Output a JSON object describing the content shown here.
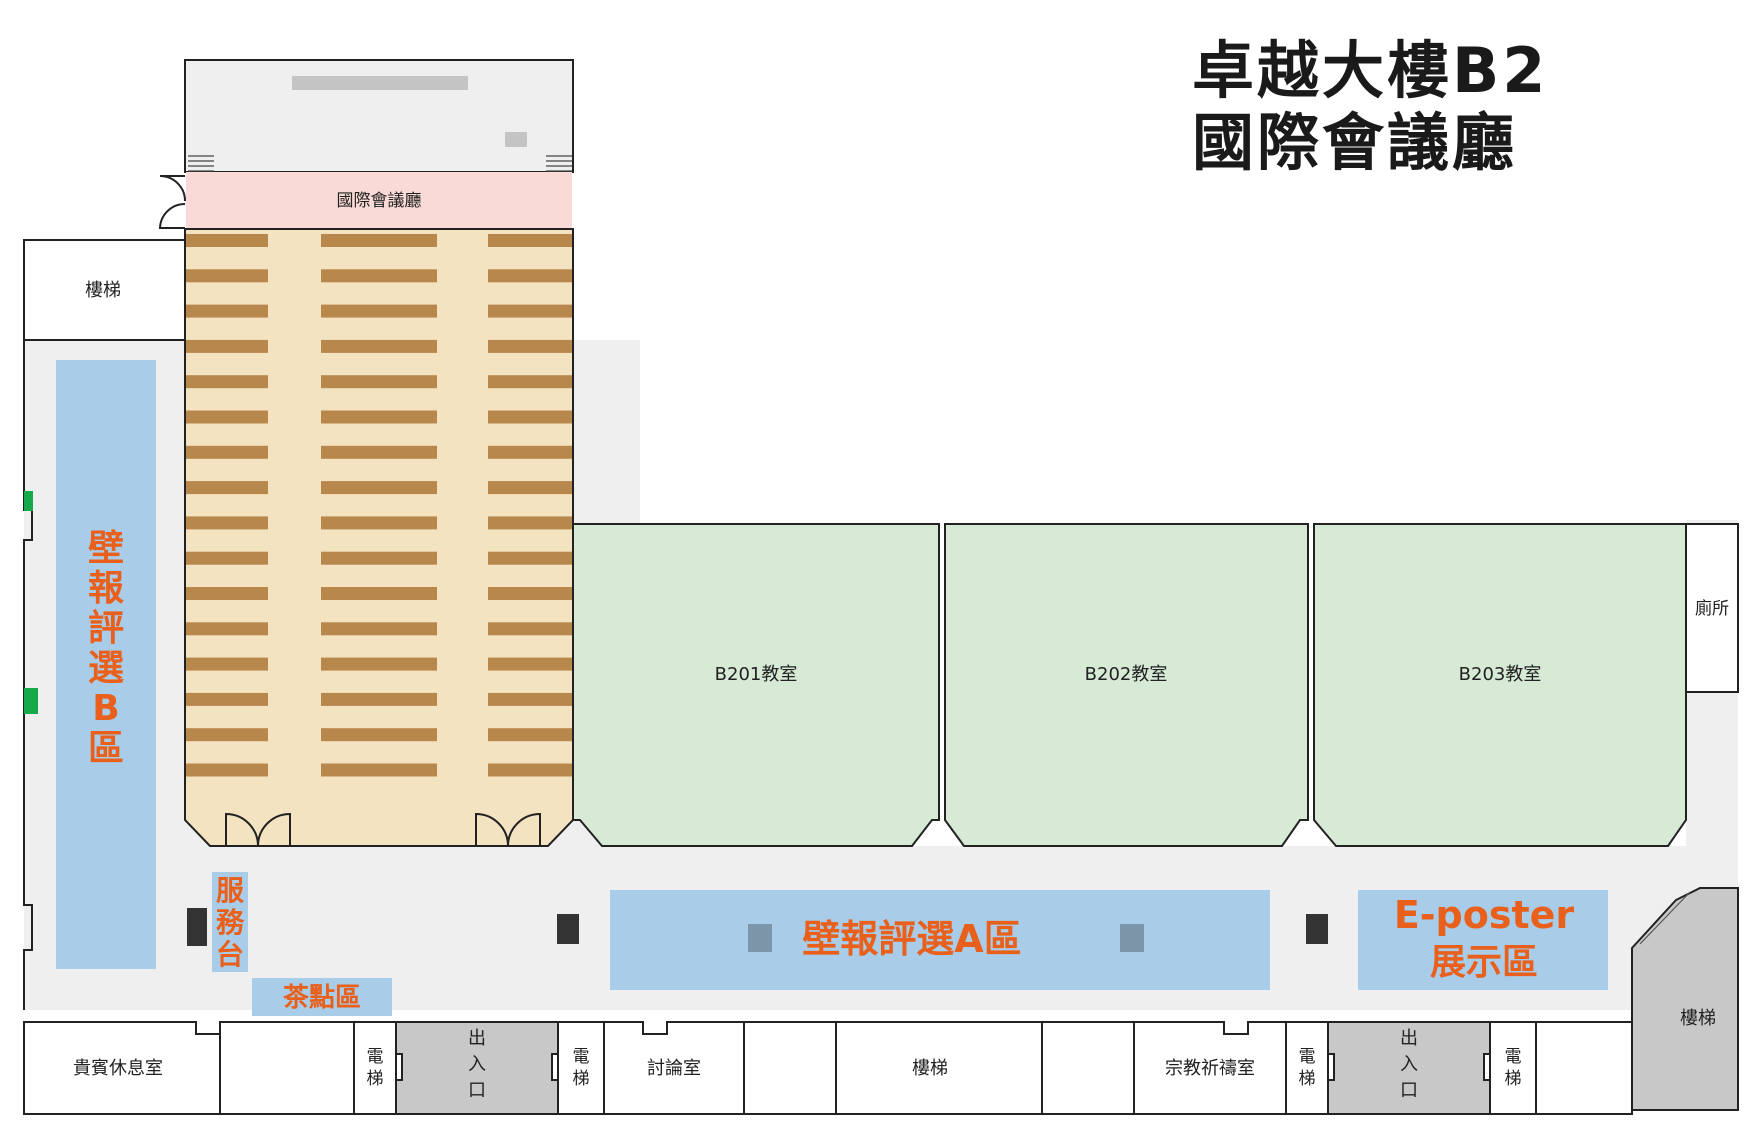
{
  "title": {
    "line1": "卓越大樓B2",
    "line2": "國際會議廳"
  },
  "colors": {
    "corridor": "#efefef",
    "auditorium_seating": "#f4e3c1",
    "seat_rows": "#b8874c",
    "stage_band": "#fadad6",
    "classroom": "#d7ead6",
    "poster_zone": "#a9cde8",
    "zone_text": "#e8601c",
    "entrance": "#c8c8c8",
    "wall": "#222222",
    "exit_marker": "#17a84a"
  },
  "rooms": {
    "auditorium": "國際會議廳",
    "stairs_top_left": "樓梯",
    "b201": "B201教室",
    "b202": "B202教室",
    "b203": "B203教室",
    "restroom": "廁所",
    "stairs_right": "樓梯",
    "vip_lounge": "貴賓休息室",
    "elevator_1": "電梯",
    "entrance_1": "出入口",
    "elevator_2": "電梯",
    "discussion_room": "討論室",
    "stairs_bottom": "樓梯",
    "prayer_room": "宗教祈禱室",
    "elevator_3": "電梯",
    "entrance_2": "出入口",
    "elevator_4": "電梯"
  },
  "zones": {
    "poster_b": "壁報評選B區",
    "service_desk": "服務台",
    "tea_area": "茶點區",
    "poster_a": "壁報評選A區",
    "eposter_line1": "E-poster",
    "eposter_line2": "展示區"
  }
}
